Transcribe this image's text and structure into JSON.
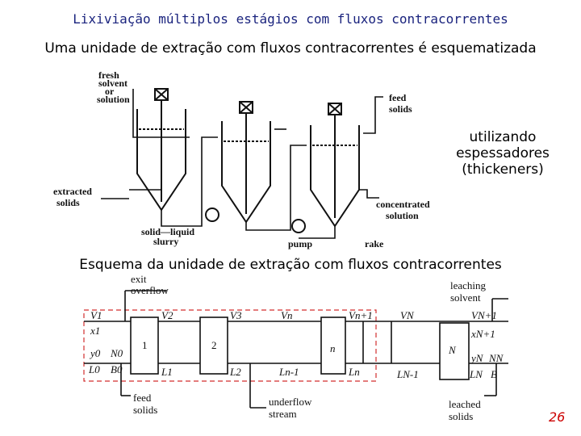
{
  "title": "Lixiviação múltiplos estágios com fluxos contracorrentes",
  "subtitle": "Uma unidade de extração com fluxos contracorrentes é esquematizada",
  "side_note": [
    "utilizando",
    "espessadores",
    "(thickeners)"
  ],
  "scheme_caption": "Esquema da unidade de extração com fluxos contracorrentes",
  "page_number": "26",
  "thickener_figure": {
    "labels": {
      "fresh_solvent": [
        "fresh",
        "solvent",
        "or",
        "solution"
      ],
      "feed_solids": [
        "feed",
        "solids"
      ],
      "extracted_solids": [
        "extracted",
        "solids"
      ],
      "concentrated_solution": [
        "concentrated",
        "solution"
      ],
      "solid_liquid_slurry": [
        "solid—liquid",
        "slurry"
      ],
      "pump": "pump",
      "rake": "rake"
    }
  },
  "stage_scheme": {
    "labels": {
      "exit_overflow": [
        "exit",
        "overflow"
      ],
      "leaching_solvent": [
        "leaching",
        "solvent"
      ],
      "feed_solids": [
        "feed",
        "solids"
      ],
      "underflow_stream": [
        "underflow",
        "stream"
      ],
      "leached_solids": [
        "leached",
        "solids"
      ]
    },
    "stages": [
      "1",
      "2",
      "n",
      "N"
    ],
    "stream_labels": {
      "V1": "V1",
      "x1": "x1",
      "y0": "y0",
      "N0": "N0",
      "L0": "L0",
      "B0": "B0",
      "V2": "V2",
      "L1": "L1",
      "V3": "V3",
      "L2": "L2",
      "Vn": "Vn",
      "Vn1": "Vn+1",
      "Ln_1": "Ln-1",
      "Ln": "Ln",
      "VN": "VN",
      "LN_1": "LN-1",
      "VN1": "VN+1",
      "xN1": "xN+1",
      "yN": "yN",
      "NN": "NN",
      "LN": "LN",
      "B": "B"
    }
  }
}
